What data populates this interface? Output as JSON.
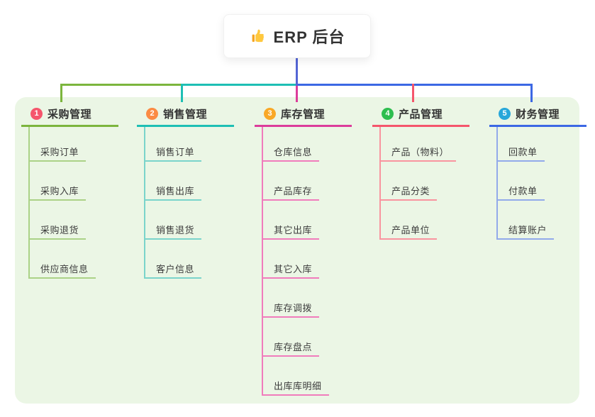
{
  "root": {
    "label": "ERP 后台",
    "icon": "thumbs-up-icon"
  },
  "canvas": {
    "background": "#EBF6E5",
    "page_background": "#FFFFFF",
    "root_connector_color": "#5465D5"
  },
  "branches": [
    {
      "label": "采购管理",
      "badge": "1",
      "badge_color": "#F5566C",
      "line_color": "#7CB53D",
      "child_line_color": "#ABD287",
      "children": [
        "采购订单",
        "采购入库",
        "采购退货",
        "供应商信息"
      ]
    },
    {
      "label": "销售管理",
      "badge": "2",
      "badge_color": "#FB8B44",
      "line_color": "#1EBFB4",
      "child_line_color": "#7AD4CB",
      "children": [
        "销售订单",
        "销售出库",
        "销售退货",
        "客户信息"
      ]
    },
    {
      "label": "库存管理",
      "badge": "3",
      "badge_color": "#F9A826",
      "line_color": "#DC3D9B",
      "child_line_color": "#F07CBC",
      "children": [
        "仓库信息",
        "产品库存",
        "其它出库",
        "其它入库",
        "库存调拨",
        "库存盘点",
        "出库库明细"
      ]
    },
    {
      "label": "产品管理",
      "badge": "4",
      "badge_color": "#2EBE4F",
      "line_color": "#F5566C",
      "child_line_color": "#F9949F",
      "children": [
        "产品（物料）",
        "产品分类",
        "产品单位"
      ]
    },
    {
      "label": "财务管理",
      "badge": "5",
      "badge_color": "#27A7DA",
      "line_color": "#3C68E4",
      "child_line_color": "#92AAEA",
      "children": [
        "回款单",
        "付款单",
        "结算账户"
      ]
    }
  ]
}
